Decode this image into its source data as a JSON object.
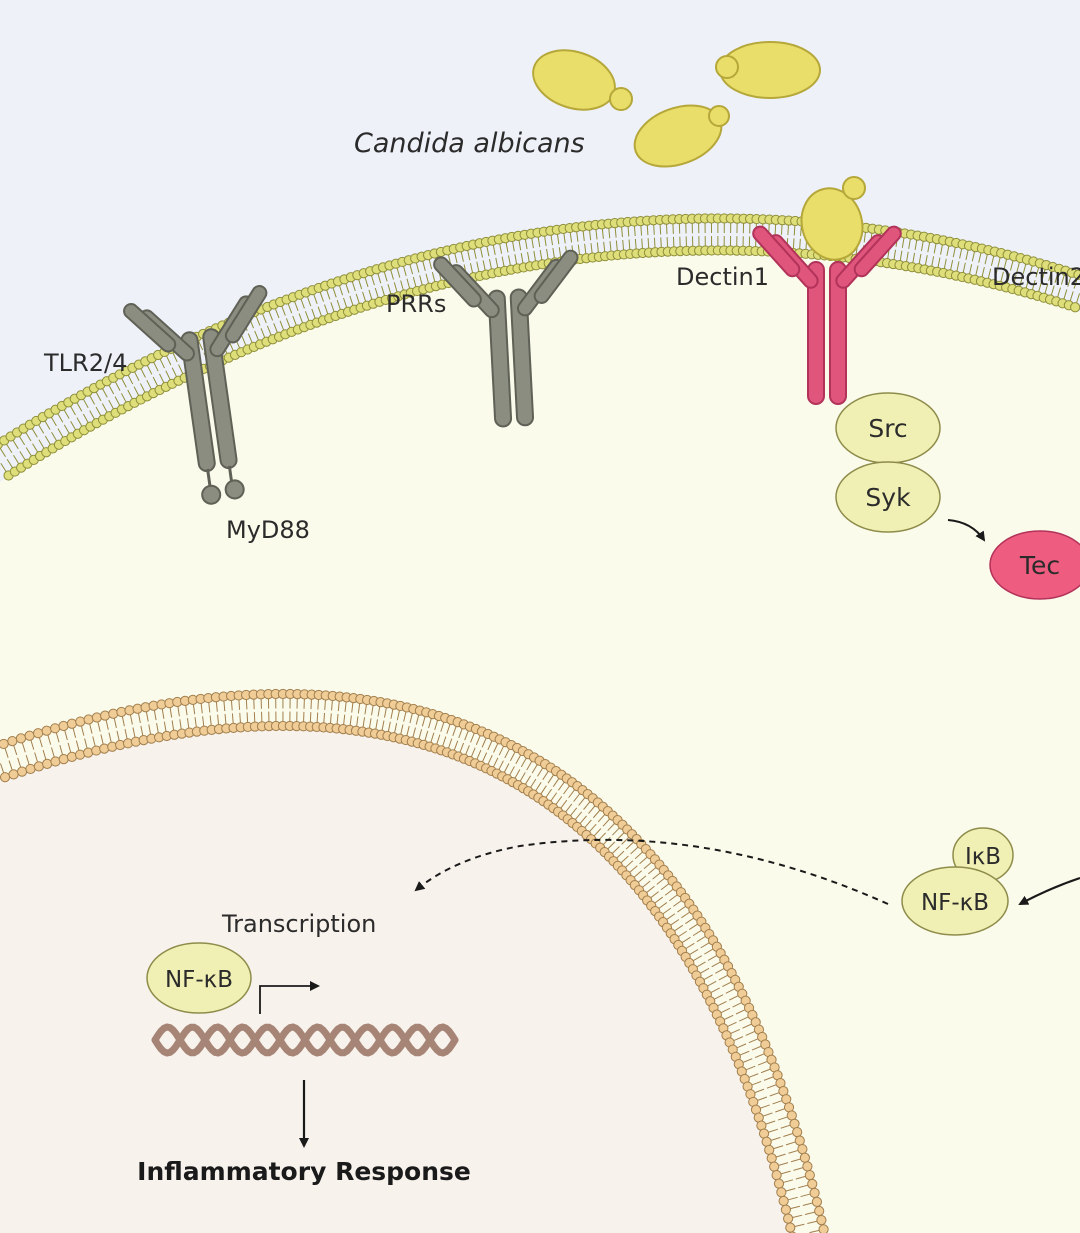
{
  "labels": {
    "organism": "Candida albicans",
    "tlr": "TLR2/4",
    "prrs": "PRRs",
    "dectin1": "Dectin1",
    "dectin2": "Dectin2",
    "myd88": "MyD88",
    "src": "Src",
    "syk": "Syk",
    "tec": "Tec",
    "ikb": "IκB",
    "nfkb_cyto": "NF-κB",
    "nfkb_nuc": "NF-κB",
    "transcription": "Transcription",
    "response": "Inflammatory Response"
  },
  "colors": {
    "background": "#eef1f8",
    "cytoplasm": "#fbfbec",
    "nucleus": "#f8f2ec",
    "membrane_head": "#dede7a",
    "membrane_stroke": "#8f8f3a",
    "nuclear_head": "#f0cc96",
    "nuclear_stroke": "#a27f4d",
    "yeast": "#e9de69",
    "receptor_gray": "#8b8d80",
    "dectin_pink": "#e0557c",
    "protein_fill": "#f1f0b4",
    "tec_fill": "#ee5c80",
    "dna": "#a78576"
  },
  "icons": [
    "yeast-cell-icon",
    "receptor-icon",
    "dna-helix-icon",
    "arrow-icon"
  ]
}
